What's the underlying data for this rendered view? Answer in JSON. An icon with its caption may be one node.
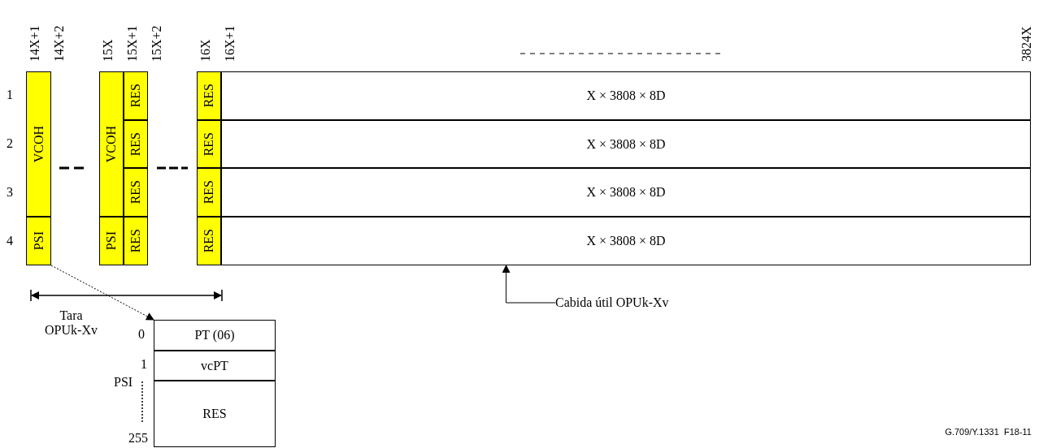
{
  "diagram": {
    "caption": "G.709/Y.1331  F18-11",
    "nodes": [
      {
        "text": [
          "VCOH"
        ]
      },
      {
        "text": [
          "PSI"
        ]
      },
      {
        "text": [
          "VCOH"
        ]
      },
      {
        "text": [
          "PSI"
        ]
      },
      {
        "text": [
          "RES"
        ]
      },
      {
        "text": [
          "RES"
        ]
      },
      {
        "text": [
          "RES"
        ]
      },
      {
        "text": [
          "RES"
        ]
      },
      {
        "text": [
          "RES"
        ]
      },
      {
        "text": [
          "RES"
        ]
      },
      {
        "text": [
          "RES"
        ]
      },
      {
        "text": [
          "RES"
        ]
      },
      {
        "text": [
          "X × 3808 × 8D"
        ]
      },
      {
        "text": [
          "X × 3808 × 8D"
        ]
      },
      {
        "text": [
          "X × 3808 × 8D"
        ]
      },
      {
        "text": [
          "X × 3808 × 8D"
        ]
      },
      {
        "text": [
          "PT (06)"
        ]
      },
      {
        "text": [
          "vcPT"
        ]
      },
      {
        "text": [
          "RES"
        ]
      },
      {
        "text": [
          "Cabida útil OPUk-Xv"
        ]
      }
    ],
    "edges": [
      {
        "from": 1,
        "to": 16,
        "arrow": "to",
        "style": "dashed"
      },
      {
        "from": 19,
        "to": 15,
        "arrow": "to"
      }
    ],
    "labels": [
      "14X+1",
      "14X+2",
      "15X",
      "15X+1",
      "15X+2",
      "16X",
      "16X+1",
      "3824X",
      "1",
      "2",
      "3",
      "4",
      "Tara OPUk-Xv",
      "0",
      "1",
      "PSI",
      "255"
    ]
  }
}
